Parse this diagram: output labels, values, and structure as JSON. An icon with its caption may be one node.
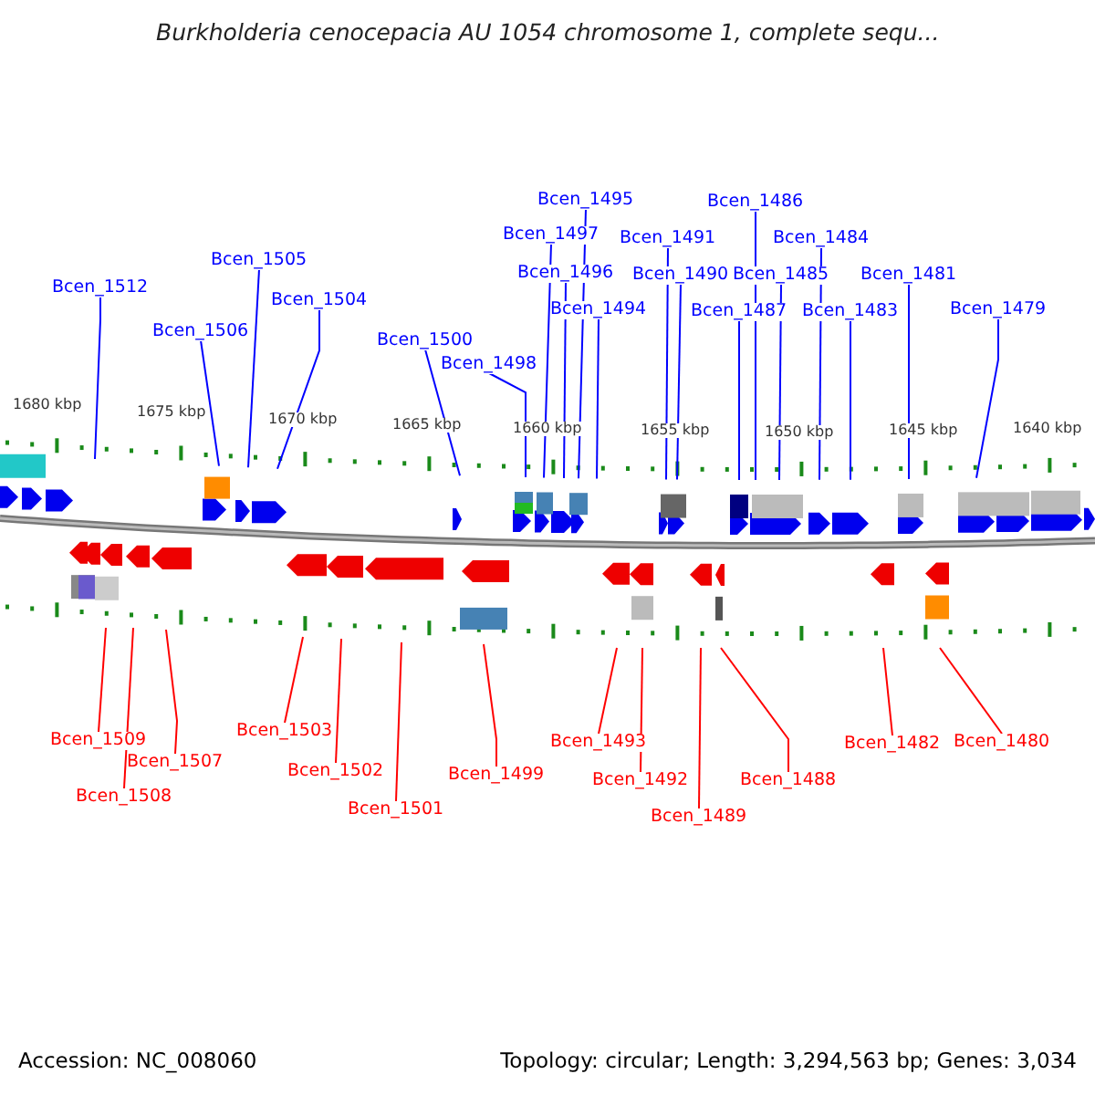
{
  "diagram": {
    "title": "Burkholderia cenocepacia AU 1054 chromosome 1, complete sequ...",
    "nodes": [
      {
        "text": [
          "Bcen_1512"
        ]
      },
      {
        "text": [
          "Bcen_1506"
        ]
      },
      {
        "text": [
          "Bcen_1505"
        ]
      },
      {
        "text": [
          "Bcen_1504"
        ]
      },
      {
        "text": [
          "Bcen_1500"
        ]
      },
      {
        "text": [
          "Bcen_1498"
        ]
      },
      {
        "text": [
          "Bcen_1497"
        ]
      },
      {
        "text": [
          "Bcen_1496"
        ]
      },
      {
        "text": [
          "Bcen_1495"
        ]
      },
      {
        "text": [
          "Bcen_1494"
        ]
      },
      {
        "text": [
          "Bcen_1491"
        ]
      },
      {
        "text": [
          "Bcen_1490"
        ]
      },
      {
        "text": [
          "Bcen_1487"
        ]
      },
      {
        "text": [
          "Bcen_1486"
        ]
      },
      {
        "text": [
          "Bcen_1485"
        ]
      },
      {
        "text": [
          "Bcen_1484"
        ]
      },
      {
        "text": [
          "Bcen_1483"
        ]
      },
      {
        "text": [
          "Bcen_1481"
        ]
      },
      {
        "text": [
          "Bcen_1479"
        ]
      },
      {
        "text": [
          "Bcen_1509"
        ]
      },
      {
        "text": [
          "Bcen_1508"
        ]
      },
      {
        "text": [
          "Bcen_1507"
        ]
      },
      {
        "text": [
          "Bcen_1503"
        ]
      },
      {
        "text": [
          "Bcen_1502"
        ]
      },
      {
        "text": [
          "Bcen_1501"
        ]
      },
      {
        "text": [
          "Bcen_1499"
        ]
      },
      {
        "text": [
          "Bcen_1493"
        ]
      },
      {
        "text": [
          "Bcen_1492"
        ]
      },
      {
        "text": [
          "Bcen_1489"
        ]
      },
      {
        "text": [
          "Bcen_1488"
        ]
      },
      {
        "text": [
          "Bcen_1482"
        ]
      },
      {
        "text": [
          "Bcen_1480"
        ]
      }
    ],
    "edges": [
      {
        "from": 0,
        "to": null,
        "arrow": "none"
      },
      {
        "from": 1,
        "to": null,
        "arrow": "none"
      },
      {
        "from": 2,
        "to": null,
        "arrow": "none"
      },
      {
        "from": 3,
        "to": null,
        "arrow": "none"
      },
      {
        "from": 4,
        "to": null,
        "arrow": "none"
      },
      {
        "from": 5,
        "to": null,
        "arrow": "none"
      },
      {
        "from": 6,
        "to": null,
        "arrow": "none"
      },
      {
        "from": 7,
        "to": null,
        "arrow": "none"
      },
      {
        "from": 8,
        "to": null,
        "arrow": "none"
      },
      {
        "from": 9,
        "to": null,
        "arrow": "none"
      },
      {
        "from": 10,
        "to": null,
        "arrow": "none"
      },
      {
        "from": 11,
        "to": null,
        "arrow": "none"
      },
      {
        "from": 12,
        "to": null,
        "arrow": "none"
      },
      {
        "from": 13,
        "to": null,
        "arrow": "none"
      },
      {
        "from": 14,
        "to": null,
        "arrow": "none"
      },
      {
        "from": 15,
        "to": null,
        "arrow": "none"
      },
      {
        "from": 16,
        "to": null,
        "arrow": "none"
      },
      {
        "from": 17,
        "to": null,
        "arrow": "none"
      },
      {
        "from": 18,
        "to": null,
        "arrow": "none"
      },
      {
        "from": 19,
        "to": null,
        "arrow": "none",
        "color": "#ff0000"
      },
      {
        "from": 20,
        "to": null,
        "arrow": "none",
        "color": "#ff0000"
      },
      {
        "from": 21,
        "to": null,
        "arrow": "none",
        "color": "#ff0000"
      },
      {
        "from": 22,
        "to": null,
        "arrow": "none",
        "color": "#ff0000"
      },
      {
        "from": 23,
        "to": null,
        "arrow": "none",
        "color": "#ff0000"
      },
      {
        "from": 24,
        "to": null,
        "arrow": "none",
        "color": "#ff0000"
      },
      {
        "from": 25,
        "to": null,
        "arrow": "none",
        "color": "#ff0000"
      },
      {
        "from": 26,
        "to": null,
        "arrow": "none",
        "color": "#ff0000"
      },
      {
        "from": 27,
        "to": null,
        "arrow": "none",
        "color": "#ff0000"
      },
      {
        "from": 28,
        "to": null,
        "arrow": "none",
        "color": "#ff0000"
      },
      {
        "from": 29,
        "to": null,
        "arrow": "none",
        "color": "#ff0000"
      },
      {
        "from": 30,
        "to": null,
        "arrow": "none",
        "color": "#ff0000"
      },
      {
        "from": 31,
        "to": null,
        "arrow": "none",
        "color": "#ff0000"
      }
    ],
    "labels": [
      "1680 kbp",
      "1675 kbp",
      "1670 kbp",
      "1665 kbp",
      "1660 kbp",
      "1655 kbp",
      "1650 kbp",
      "1645 kbp",
      "1640 kbp",
      "Accession: NC_008060",
      "Topology: circular; Length: 3,294,563 bp; Genes: 3,034"
    ]
  }
}
